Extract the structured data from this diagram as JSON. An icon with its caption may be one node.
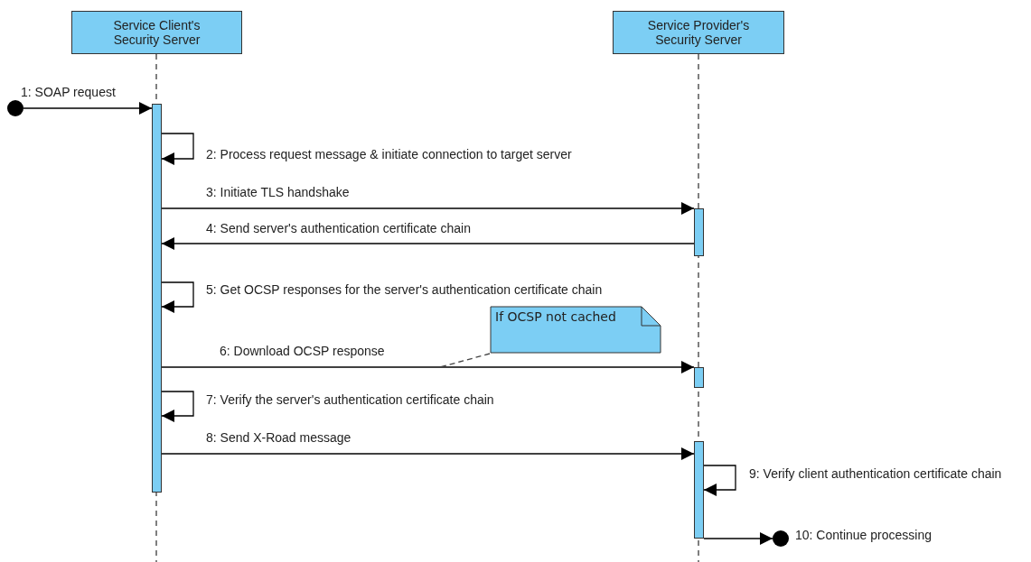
{
  "diagram": {
    "nodes": [
      {
        "text": [
          "Service Client's Security Server"
        ]
      },
      {
        "text": [
          "Service Provider's Security Server"
        ]
      },
      {
        "text": [],
        "shape": "circle"
      },
      {
        "text": [],
        "shape": "circle"
      },
      {
        "text": [
          "If OCSP not cached"
        ]
      },
      {
        "text": [],
        "shape": "bar"
      },
      {
        "text": [],
        "shape": "bar"
      },
      {
        "text": [],
        "shape": "bar"
      },
      {
        "text": [],
        "shape": "bar"
      }
    ],
    "edges": [
      {
        "from": 2,
        "to": 5,
        "arrow": "to",
        "label": "1: SOAP request"
      },
      {
        "from": 5,
        "to": 5,
        "arrow": "to",
        "label": "2: Process request message & initiate connection to target server"
      },
      {
        "from": 5,
        "to": 6,
        "arrow": "to",
        "label": "3: Initiate TLS handshake"
      },
      {
        "from": 6,
        "to": 5,
        "arrow": "to",
        "label": "4: Send server's authentication certificate chain"
      },
      {
        "from": 5,
        "to": 5,
        "arrow": "to",
        "label": "5: Get OCSP responses for the server's authentication certificate chain"
      },
      {
        "from": 5,
        "to": 7,
        "arrow": "to",
        "label": "6: Download OCSP response"
      },
      {
        "from": 5,
        "to": 5,
        "arrow": "to",
        "label": "7: Verify the server's authentication certificate chain"
      },
      {
        "from": 5,
        "to": 8,
        "arrow": "to",
        "label": "8: Send X-Road message"
      },
      {
        "from": 8,
        "to": 8,
        "arrow": "to",
        "label": "9: Verify client authentication certificate chain"
      },
      {
        "from": 8,
        "to": 3,
        "arrow": "to",
        "label": "10: Continue processing"
      },
      {
        "from": 4,
        "to": null,
        "arrow": "none",
        "style": "dashed"
      }
    ]
  }
}
